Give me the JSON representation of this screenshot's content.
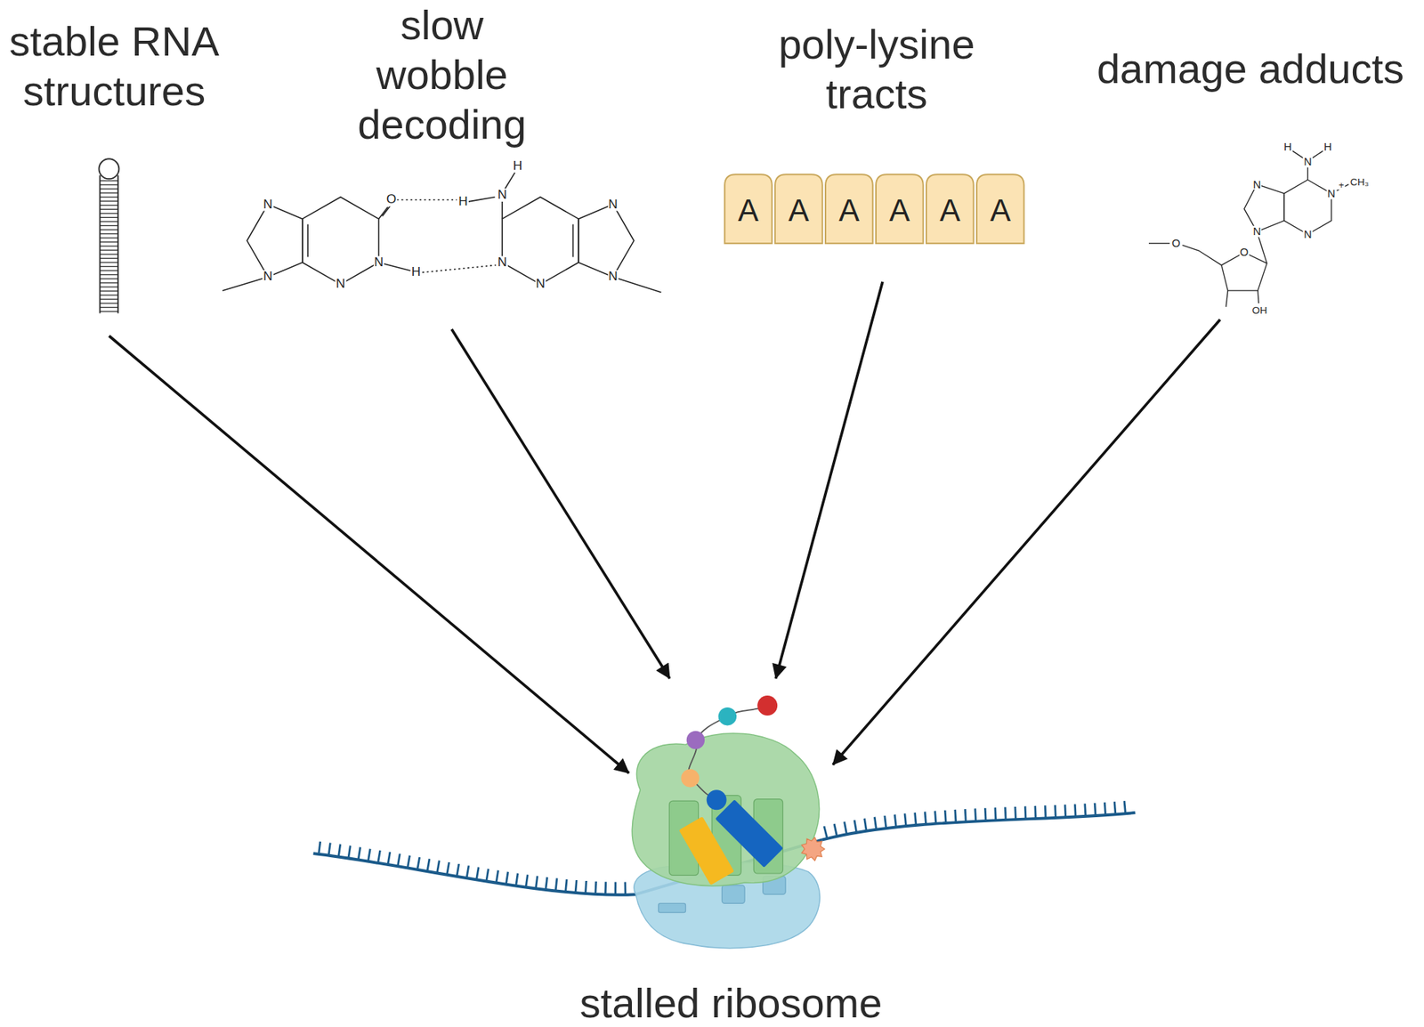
{
  "diagram": {
    "nodes": [
      {
        "text": [
          "stable RNA structures"
        ]
      },
      {
        "text": [
          "slow wobble decoding"
        ]
      },
      {
        "text": [
          "poly-lysine tracts"
        ]
      },
      {
        "text": [
          "damage adducts"
        ]
      },
      {
        "text": [
          "stalled ribosome"
        ]
      }
    ],
    "edges": [
      {
        "from": 0,
        "to": 4,
        "arrow": "to"
      },
      {
        "from": 1,
        "to": 4,
        "arrow": "to"
      },
      {
        "from": 2,
        "to": 4,
        "arrow": "to"
      },
      {
        "from": 3,
        "to": 4,
        "arrow": "to"
      }
    ],
    "labels": [
      "A",
      "A",
      "A",
      "A",
      "A",
      "A",
      "N",
      "N",
      "N",
      "N",
      "O",
      "H",
      "N",
      "H",
      "H",
      "N",
      "N",
      "N",
      "N",
      "H",
      "N",
      "H",
      "N",
      "+",
      "CH₃",
      "N",
      "N",
      "N",
      "O",
      "OH",
      "O"
    ]
  }
}
